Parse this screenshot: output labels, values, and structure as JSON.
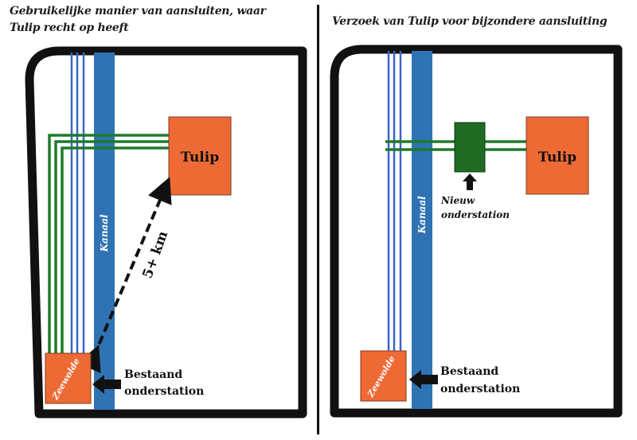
{
  "left": {
    "caption_line1": "Gebruikelijke manier van aansluiten, waar",
    "caption_line2": "Tulip recht op heeft",
    "tulip": "Tulip",
    "kanaal": "Kanaal",
    "distance": "5+ km",
    "zeewolde": "Zeewolde",
    "station_line1": "Bestaand",
    "station_line2": "onderstation"
  },
  "right": {
    "caption": "Verzoek van Tulip voor bijzondere aansluiting",
    "tulip": "Tulip",
    "kanaal": "Kanaal",
    "new_line1": "Nieuw",
    "new_line2": "onderstation",
    "zeewolde": "Zeewolde",
    "station_line1": "Bestaand",
    "station_line2": "onderstation"
  },
  "colors": {
    "frame": "#111111",
    "canal": "#2f73b4",
    "power_line_blue": "#3a64c8",
    "power_line_green": "#1f7a2a",
    "building_orange": "#ee6a35",
    "new_station_green": "#1f6b24"
  }
}
